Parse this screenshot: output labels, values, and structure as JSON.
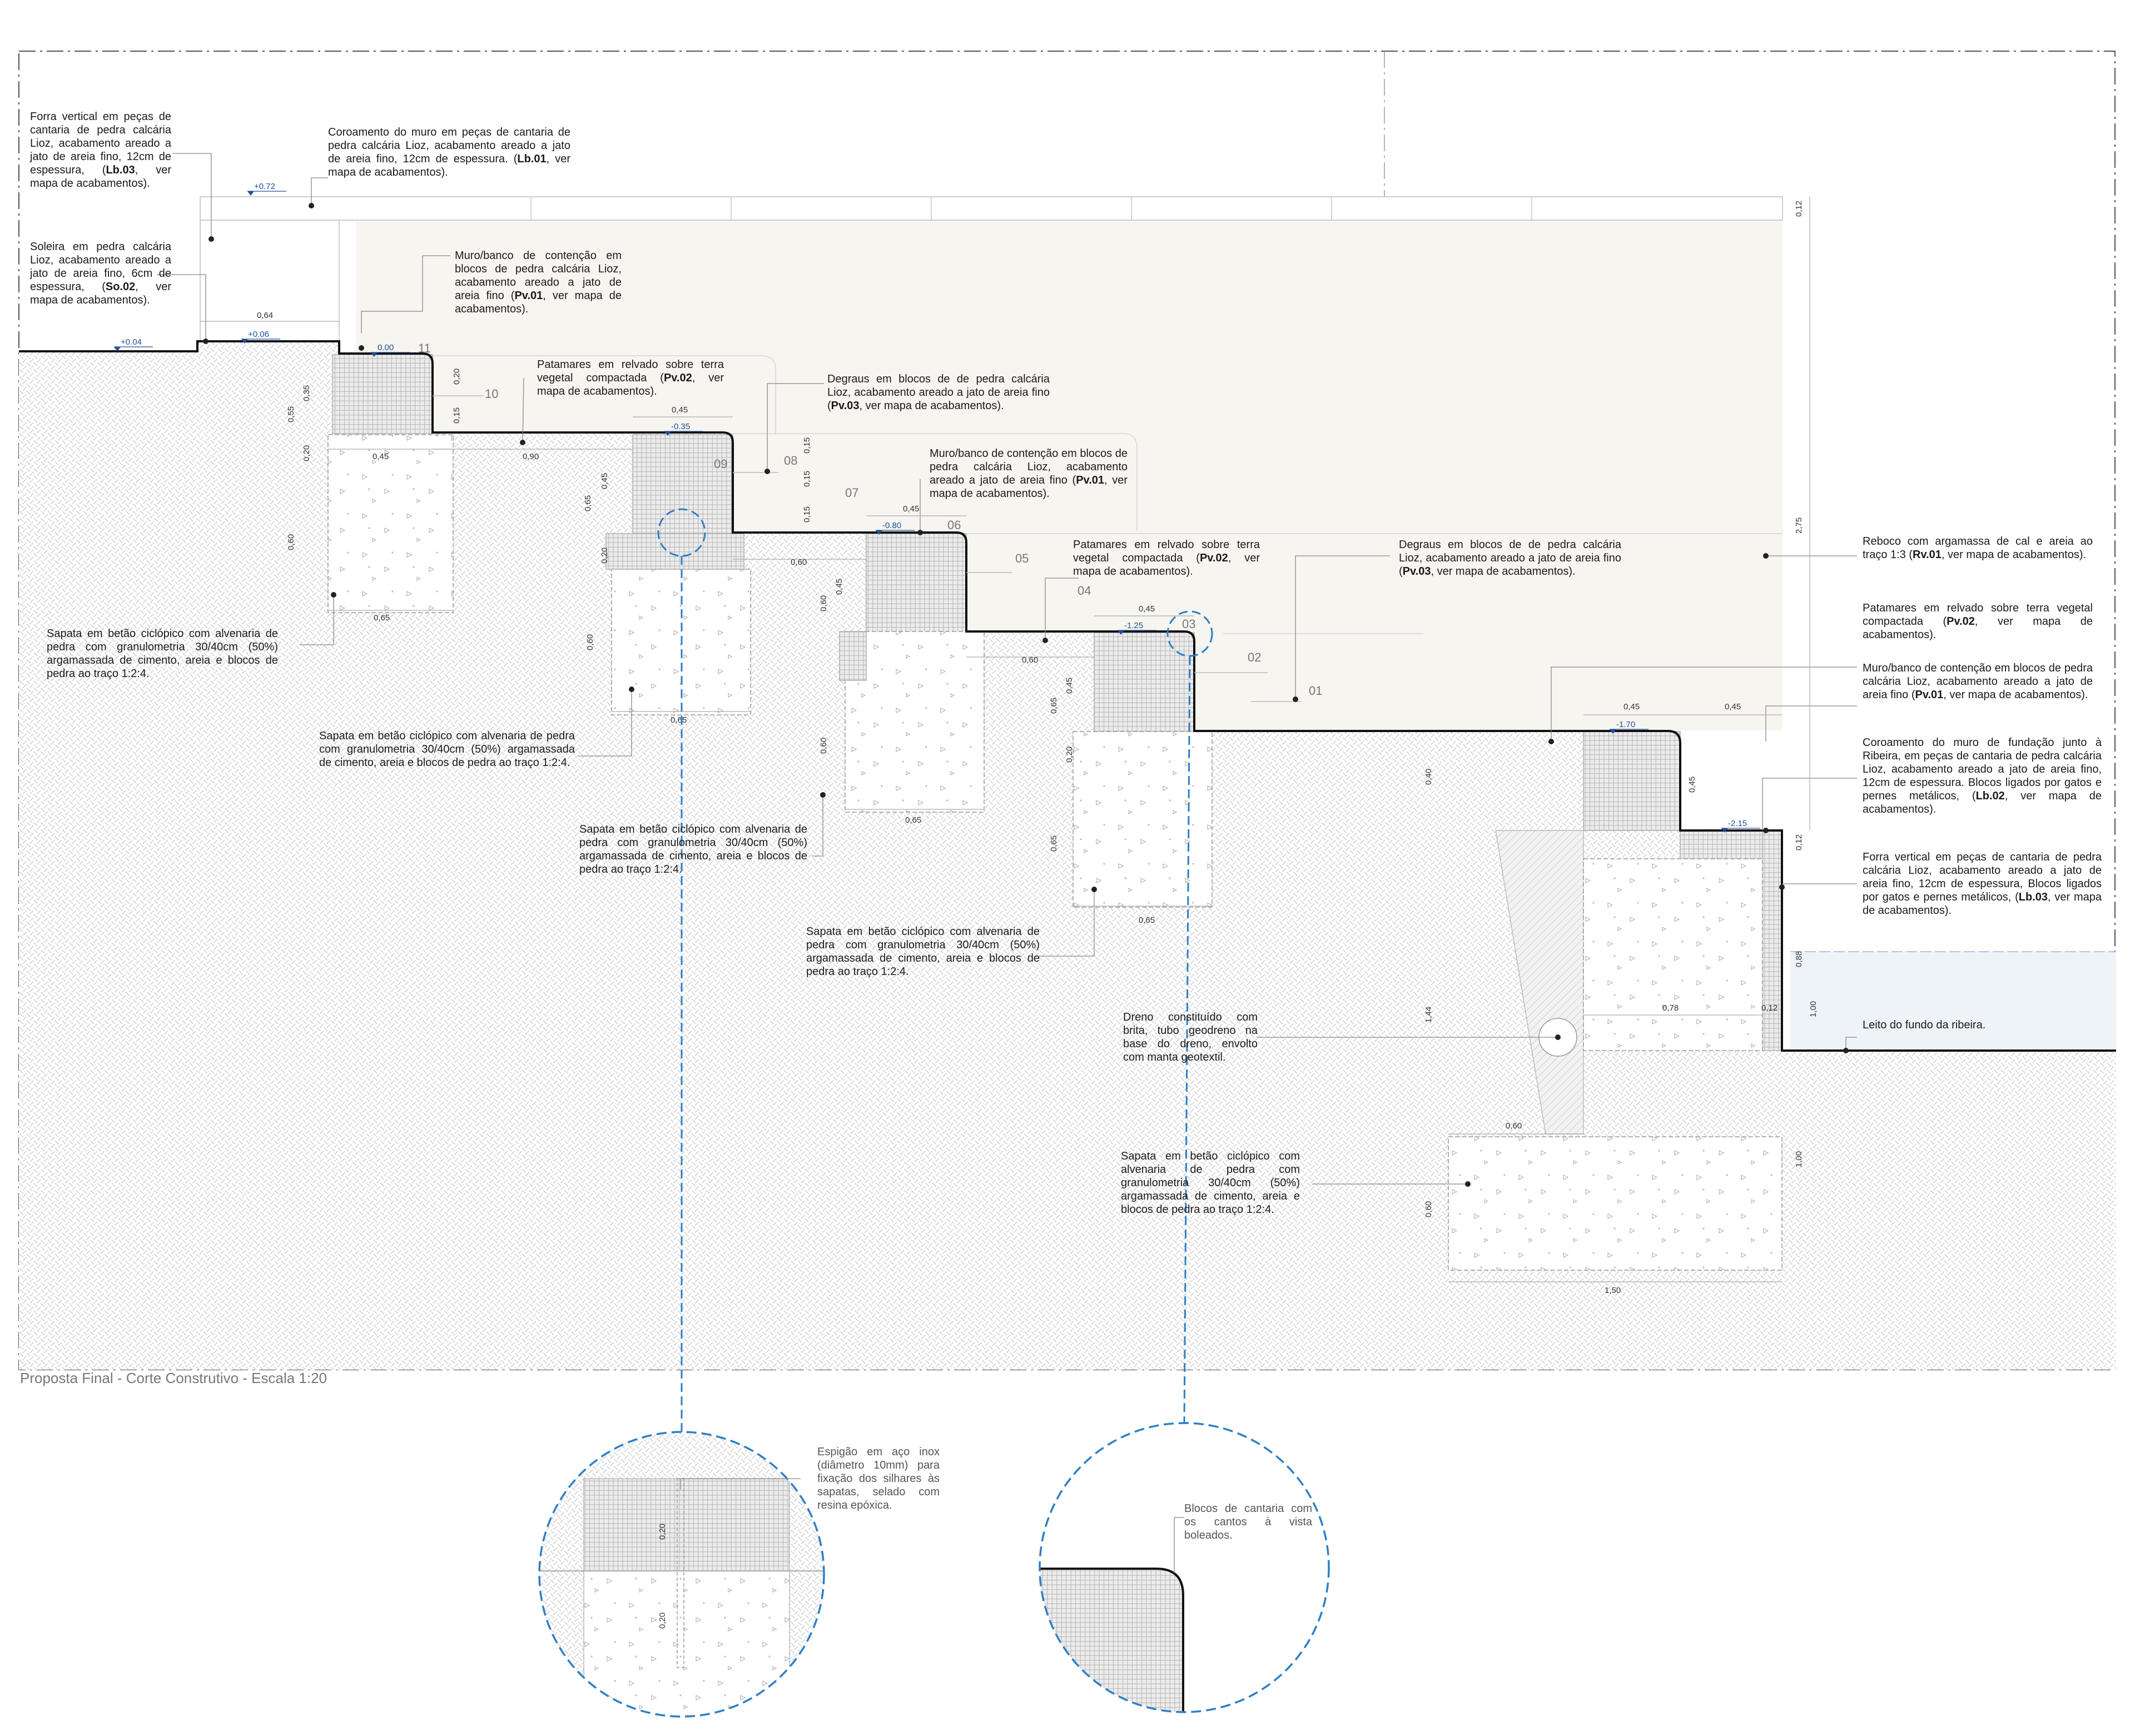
{
  "caption": "Proposta Final - Corte Construtivo - Escala 1:20",
  "notes": [
    {
      "id": "n1",
      "parts": [
        [
          "Forra vertical em peças de cantaria de pedra calcária Lioz, acabamento areado a jato de areia fino, 12cm de espessura, (",
          false
        ],
        [
          "Lb.03",
          true
        ],
        [
          ", ver mapa de acabamentos).",
          false
        ]
      ]
    },
    {
      "id": "n2",
      "parts": [
        [
          "Soleira em pedra calcária Lioz, acabamento areado a jato de areia fino, 6cm de espessura, (",
          false
        ],
        [
          "So.02",
          true
        ],
        [
          ", ver mapa de acabamentos).",
          false
        ]
      ]
    },
    {
      "id": "n3",
      "parts": [
        [
          "Coroamento do muro em peças de cantaria de pedra calcária Lioz, acabamento areado a jato de areia fino, 12cm de espessura. (",
          false
        ],
        [
          "Lb.01",
          true
        ],
        [
          ", ver mapa de acabamentos).",
          false
        ]
      ]
    },
    {
      "id": "n4",
      "parts": [
        [
          "Muro/banco de contenção em blocos de pedra calcária Lioz, acabamento areado a jato de areia fino (",
          false
        ],
        [
          "Pv.01",
          true
        ],
        [
          ", ver mapa de acabamentos).",
          false
        ]
      ]
    },
    {
      "id": "n5",
      "parts": [
        [
          "Patamares em relvado sobre terra vegetal compactada (",
          false
        ],
        [
          "Pv.02",
          true
        ],
        [
          ", ver mapa de acabamentos).",
          false
        ]
      ]
    },
    {
      "id": "n6",
      "parts": [
        [
          "Degraus em blocos de de pedra calcária Lioz, acabamento areado a jato de areia fino (",
          false
        ],
        [
          "Pv.03",
          true
        ],
        [
          ", ver mapa de acabamentos).",
          false
        ]
      ]
    },
    {
      "id": "n7",
      "parts": [
        [
          "Muro/banco de contenção em blocos de pedra calcária Lioz, acabamento areado a jato de areia fino (",
          false
        ],
        [
          "Pv.01",
          true
        ],
        [
          ", ver mapa de acabamentos).",
          false
        ]
      ]
    },
    {
      "id": "n8",
      "parts": [
        [
          "Patamares em relvado sobre terra vegetal compactada (",
          false
        ],
        [
          "Pv.02",
          true
        ],
        [
          ", ver mapa de acabamentos).",
          false
        ]
      ]
    },
    {
      "id": "n9",
      "parts": [
        [
          "Degraus em blocos de de pedra calcária Lioz, acabamento areado a jato de areia fino (",
          false
        ],
        [
          "Pv.03",
          true
        ],
        [
          ", ver mapa de acabamentos).",
          false
        ]
      ]
    },
    {
      "id": "n10",
      "parts": [
        [
          "Reboco com argamassa de cal e areia ao traço 1:3 (",
          false
        ],
        [
          "Rv.01",
          true
        ],
        [
          ", ver mapa de acabamentos).",
          false
        ]
      ]
    },
    {
      "id": "n11",
      "parts": [
        [
          "Patamares em relvado sobre terra vegetal compactada (",
          false
        ],
        [
          "Pv.02",
          true
        ],
        [
          ", ver mapa de acabamentos).",
          false
        ]
      ]
    },
    {
      "id": "n12",
      "parts": [
        [
          "Muro/banco de contenção em blocos de pedra calcária Lioz, acabamento areado a jato de areia fino (",
          false
        ],
        [
          "Pv.01",
          true
        ],
        [
          ", ver mapa de acabamentos).",
          false
        ]
      ]
    },
    {
      "id": "n13",
      "parts": [
        [
          "Coroamento do muro de fundação junto à Ribeira, em peças de cantaria de pedra calcária Lioz, acabamento areado a jato de areia fino, 12cm de espessura. Blocos ligados por gatos e pernes metálicos, (",
          false
        ],
        [
          "Lb.02",
          true
        ],
        [
          ", ver mapa de acabamentos).",
          false
        ]
      ]
    },
    {
      "id": "n14",
      "parts": [
        [
          "Forra vertical em peças de cantaria de pedra calcária Lioz, acabamento areado a jato de areia fino, 12cm de espessura, Blocos ligados por gatos e pernes metálicos, (",
          false
        ],
        [
          "Lb.03",
          true
        ],
        [
          ", ver mapa de acabamentos).",
          false
        ]
      ]
    },
    {
      "id": "n15",
      "parts": [
        [
          "Leito do fundo da ribeira.",
          false
        ]
      ]
    },
    {
      "id": "n16",
      "parts": [
        [
          "Sapata em betão ciclópico com alvenaria de pedra com granulometria 30/40cm (50%) argamassada de cimento, areia e blocos de pedra ao traço 1:2:4.",
          false
        ]
      ]
    },
    {
      "id": "n17",
      "parts": [
        [
          "Sapata em betão ciclópico com alvenaria de pedra com granulometria 30/40cm (50%) argamassada de cimento, areia e blocos de pedra ao traço 1:2:4.",
          false
        ]
      ]
    },
    {
      "id": "n18",
      "parts": [
        [
          "Sapata em betão ciclópico com alvenaria de pedra com granulometria 30/40cm (50%) argamassada de cimento, areia e blocos de pedra ao traço 1:2:4.",
          false
        ]
      ]
    },
    {
      "id": "n19",
      "parts": [
        [
          "Sapata em betão ciclópico com alvenaria de pedra com granulometria 30/40cm (50%) argamassada de cimento, areia e blocos de pedra ao traço 1:2:4.",
          false
        ]
      ]
    },
    {
      "id": "n20",
      "parts": [
        [
          "Dreno constituído com brita, tubo geodreno na base do dreno, envolto com manta geotextil.",
          false
        ]
      ]
    },
    {
      "id": "n21",
      "parts": [
        [
          "Sapata em betão ciclópico com alvenaria de pedra com granulometria 30/40cm (50%) argamassada de cimento, areia e blocos de pedra ao traço 1:2:4.",
          false
        ]
      ]
    }
  ],
  "detail_notes": [
    "Espigão em aço inox (diâmetro 10mm) para fixação dos silhares às sapatas, selado com resina epóxica.",
    "Blocos de cantaria com os cantos à vista boleados."
  ],
  "levels": [
    "+0.72",
    "+0.04",
    "+0.06",
    "0.00",
    "-0.35",
    "-0.80",
    "-1.25",
    "-1.70",
    "-2.15"
  ],
  "step_numbers": [
    "11",
    "10",
    "09",
    "08",
    "07",
    "06",
    "05",
    "04",
    "03",
    "02",
    "01"
  ],
  "dimensions": {
    "d064": "0,64",
    "d055": "0,55",
    "d035": "0,35",
    "d020a": "0,20",
    "d045a": "0,45",
    "d060a": "0,60",
    "d065a": "0,65",
    "d020b": "0,20",
    "d015a": "0,15",
    "d045b": "0,45",
    "d090": "0,90",
    "d065b": "0,65",
    "d045c": "0,45",
    "d020c": "0,20",
    "d060b": "0,60",
    "d065c": "0,65",
    "d015b": "0,15",
    "d015c": "0,15",
    "d015d": "0,15",
    "d045d": "0,45",
    "d060c": "0,60",
    "d065d": "0,65",
    "d045e": "0,45",
    "d060d": "0,60",
    "d065e": "0,65",
    "d045f": "0,45",
    "d060e": "0,60",
    "d065f": "0,65",
    "d045g": "0,45",
    "d020d": "0,20",
    "d060f": "0,60",
    "d065g": "0,65",
    "d045h": "0,45",
    "d045i": "0,45",
    "d040": "0,40",
    "d045j": "0,45",
    "d012a": "0,12",
    "d275": "2,75",
    "d012b": "0,12",
    "d088": "0,88",
    "d100a": "1,00",
    "d078": "0,78",
    "d012c": "0,12",
    "d144": "1,44",
    "d060g": "0,60",
    "d100b": "1,00",
    "d060h": "0,60",
    "d150": "1,50",
    "d020e": "0,20",
    "d020f": "0,20"
  },
  "colors": {
    "level": "#1f4f9a",
    "detail_circle": "#2d7fc6",
    "wall_fill": "#f7f5ef",
    "water": "#eef3f8"
  }
}
